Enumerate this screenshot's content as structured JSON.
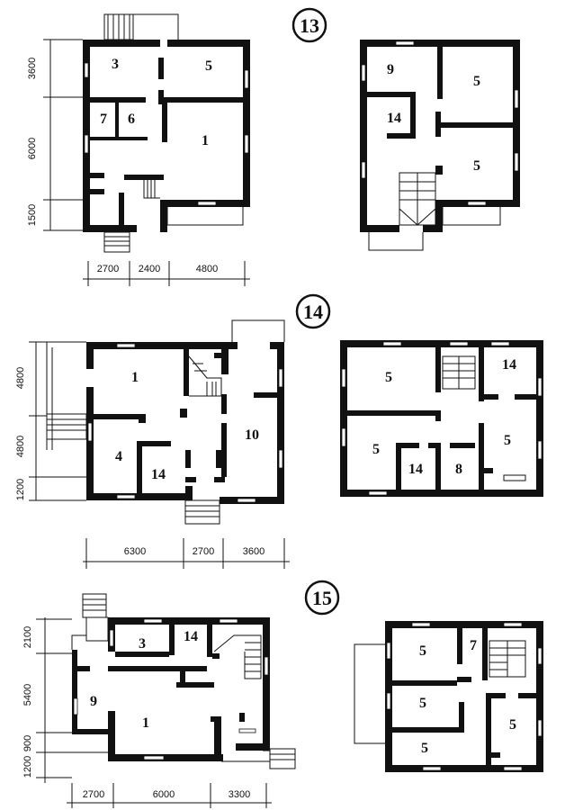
{
  "plans": [
    {
      "number": "13",
      "ground_floor": {
        "rooms": [
          "3",
          "5",
          "7",
          "6",
          "1"
        ]
      },
      "upper_floor": {
        "rooms": [
          "9",
          "5",
          "14",
          "5"
        ]
      },
      "dims_horizontal": [
        "2700",
        "2400",
        "4800"
      ],
      "dims_vertical": [
        "3600",
        "6000",
        "1500"
      ]
    },
    {
      "number": "14",
      "ground_floor": {
        "rooms": [
          "1",
          "4",
          "14",
          "10"
        ]
      },
      "upper_floor": {
        "rooms": [
          "5",
          "14",
          "5",
          "5",
          "14",
          "8"
        ]
      },
      "dims_horizontal": [
        "6300",
        "2700",
        "3600"
      ],
      "dims_vertical": [
        "4800",
        "4800",
        "1200"
      ]
    },
    {
      "number": "15",
      "ground_floor": {
        "rooms": [
          "3",
          "14",
          "9",
          "1"
        ]
      },
      "upper_floor": {
        "rooms": [
          "5",
          "7",
          "5",
          "5",
          "5"
        ]
      },
      "dims_horizontal": [
        "2700",
        "6000",
        "3300"
      ],
      "dims_vertical": [
        "2100",
        "5400",
        "900",
        "1200"
      ]
    }
  ]
}
